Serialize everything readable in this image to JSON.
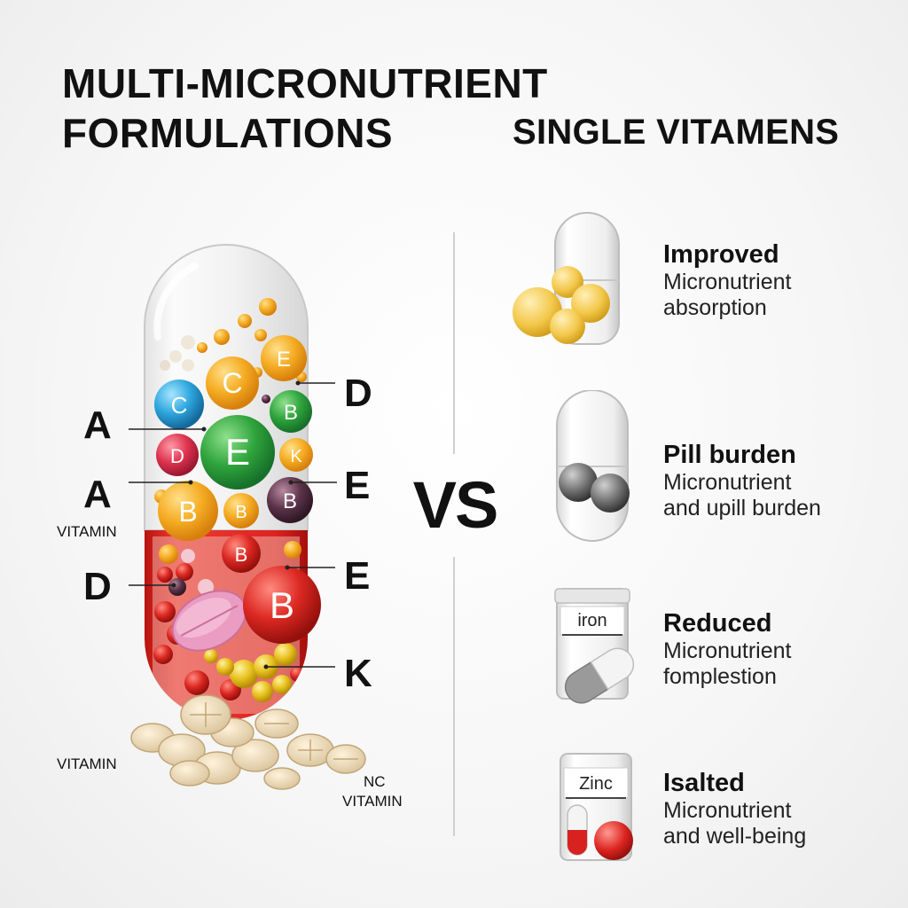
{
  "left_title": [
    "MULTI-MICRONUTRIENT",
    "FORMULATIONS"
  ],
  "right_title": "SINGLE VITAMENS",
  "vs_label": "VS",
  "capsule_labels": {
    "left": [
      "A",
      "A",
      "D"
    ],
    "right": [
      "D",
      "E",
      "E",
      "K"
    ],
    "vitamin_text": [
      "VITAMIN",
      "VITAMIN"
    ],
    "nc_text": [
      "NC",
      "VITAMIN"
    ]
  },
  "bubble_letters": {
    "c1": "C",
    "c2": "C",
    "e1": "E",
    "e2": "E",
    "b1": "B",
    "d1": "D",
    "k1": "K",
    "b2": "B",
    "b3": "B",
    "b4": "B",
    "b5": "B",
    "b6": "B"
  },
  "features": [
    {
      "heading": "Improved",
      "lines": [
        "Micronutrient",
        "absorption"
      ],
      "icon": "capsule-with-yellow-softgels"
    },
    {
      "heading": "Pill burden",
      "lines": [
        "Micronutrient",
        "and upill burden"
      ],
      "icon": "capsule-with-gray-beads"
    },
    {
      "heading": "Reduced",
      "lines": [
        "Micronutrient",
        "fomplestion"
      ],
      "icon": "iron-bottle-with-capsule",
      "bottle_label": "iron"
    },
    {
      "heading": "Isalted",
      "lines": [
        "Micronutrient",
        "and well-being"
      ],
      "icon": "zinc-bottle-with-red-pill",
      "bottle_label": "Zinc"
    }
  ],
  "colors": {
    "capsule_red": "#d7221f",
    "orange_ball": "#f2a21c",
    "green_ball": "#2e9e3a",
    "blue_ball": "#2aa3dc",
    "purple_ball": "#5a3247",
    "pill_pink": "#e79bc0"
  }
}
